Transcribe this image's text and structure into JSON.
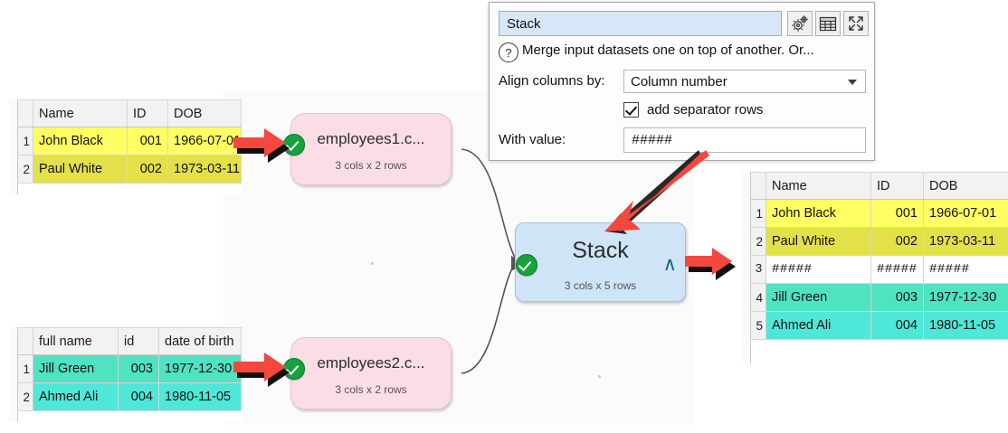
{
  "dialog": {
    "name_value": "Stack",
    "description": "Merge input datasets one on top of another. Or...",
    "help_icon": "?",
    "buttons": [
      {
        "name": "settings-gears-icon",
        "label": "gears-icon"
      },
      {
        "name": "table-view-icon",
        "label": "table-icon"
      },
      {
        "name": "expand-icon",
        "label": "expand-icon"
      }
    ],
    "align_label": "Align columns by:",
    "align_value": "Column number",
    "align_options": [
      "Column number"
    ],
    "separator_checkbox_label": "add separator rows",
    "separator_checked": true,
    "with_value_label": "With value:",
    "with_value": "#####"
  },
  "canvas": {
    "nodes": [
      {
        "id": "employees1",
        "title": "employees1.c...",
        "subtitle": "3 cols x 2 rows",
        "status": "ok",
        "type": "input"
      },
      {
        "id": "employees2",
        "title": "employees2.c...",
        "subtitle": "3 cols x 2 rows",
        "status": "ok",
        "type": "input"
      },
      {
        "id": "stack",
        "title": "Stack",
        "subtitle": "3 cols x 5 rows",
        "status": "ok",
        "type": "operation",
        "output_icon": "∧"
      }
    ]
  },
  "tables": {
    "input1": {
      "headers": [
        "Name",
        "ID",
        "DOB"
      ],
      "rows": [
        {
          "n": "1",
          "cells": [
            "John Black",
            "001",
            "1966-07-01"
          ],
          "fill": "y1"
        },
        {
          "n": "2",
          "cells": [
            "Paul White",
            "002",
            "1973-03-11"
          ],
          "fill": "y2"
        }
      ]
    },
    "input2": {
      "headers": [
        "full name",
        "id",
        "date of birth"
      ],
      "rows": [
        {
          "n": "1",
          "cells": [
            "Jill Green",
            "003",
            "1977-12-30"
          ],
          "fill": "t1"
        },
        {
          "n": "2",
          "cells": [
            "Ahmed Ali",
            "004",
            "1980-11-05"
          ],
          "fill": "t2"
        }
      ]
    },
    "output": {
      "headers": [
        "Name",
        "ID",
        "DOB"
      ],
      "rows": [
        {
          "n": "1",
          "cells": [
            "John Black",
            "001",
            "1966-07-01"
          ],
          "fill": "y1"
        },
        {
          "n": "2",
          "cells": [
            "Paul White",
            "002",
            "1973-03-11"
          ],
          "fill": "y2"
        },
        {
          "n": "3",
          "cells": [
            "#####",
            "#####",
            "#####"
          ],
          "fill": "sep"
        },
        {
          "n": "4",
          "cells": [
            "Jill Green",
            "003",
            "1977-12-30"
          ],
          "fill": "t1"
        },
        {
          "n": "5",
          "cells": [
            "Ahmed Ali",
            "004",
            "1980-11-05"
          ],
          "fill": "t2"
        }
      ]
    }
  },
  "colors": {
    "yellow_bright": "#ffff63",
    "yellow_dark": "#e3e04a",
    "teal_dark": "#4fe3c2",
    "teal_bright": "#4fe8d8",
    "node_input": "#fbdde6",
    "node_op": "#cfe4f7",
    "status_ok": "#14a33c",
    "annotation_arrow": "#f4483f",
    "selected_field": "#d7e7f7"
  },
  "annotations": {
    "arrows": [
      {
        "name": "arrow-to-employees1",
        "direction": "right"
      },
      {
        "name": "arrow-to-employees2",
        "direction": "right"
      },
      {
        "name": "arrow-stack-to-output",
        "direction": "right"
      },
      {
        "name": "arrow-dialog-to-stack",
        "direction": "down-left"
      }
    ]
  }
}
